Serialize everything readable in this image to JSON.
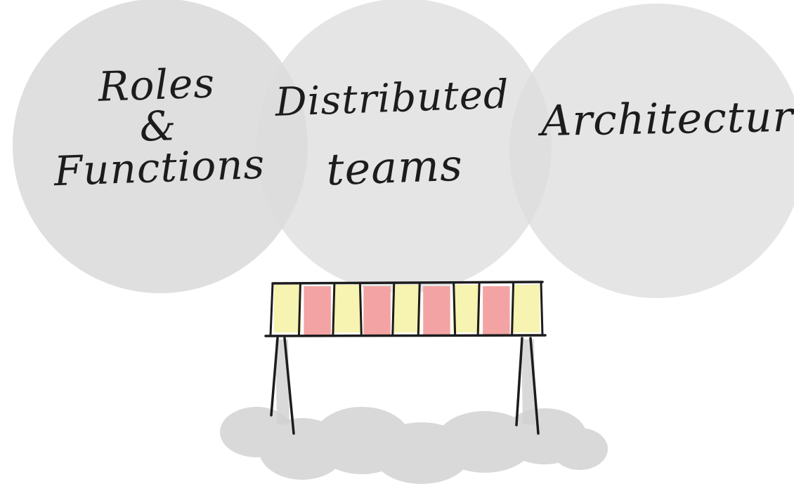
{
  "circles": [
    {
      "id": "roles-functions",
      "lines": [
        "Roles",
        "&",
        "Functions"
      ]
    },
    {
      "id": "distributed-teams",
      "lines": [
        "Distributed",
        "teams"
      ]
    },
    {
      "id": "architecture",
      "lines": [
        "Architecture"
      ]
    }
  ],
  "colors": {
    "circle_fill": "#dcdcdc",
    "barrier_yellow": "#f7f3b0",
    "barrier_red": "#f3a3a3",
    "ink": "#1c1c1c",
    "shadow": "#d9d9d9"
  },
  "barrier": {
    "panel_pattern": [
      "yellow",
      "red",
      "yellow",
      "red",
      "yellow",
      "red",
      "yellow",
      "red",
      "yellow"
    ]
  }
}
